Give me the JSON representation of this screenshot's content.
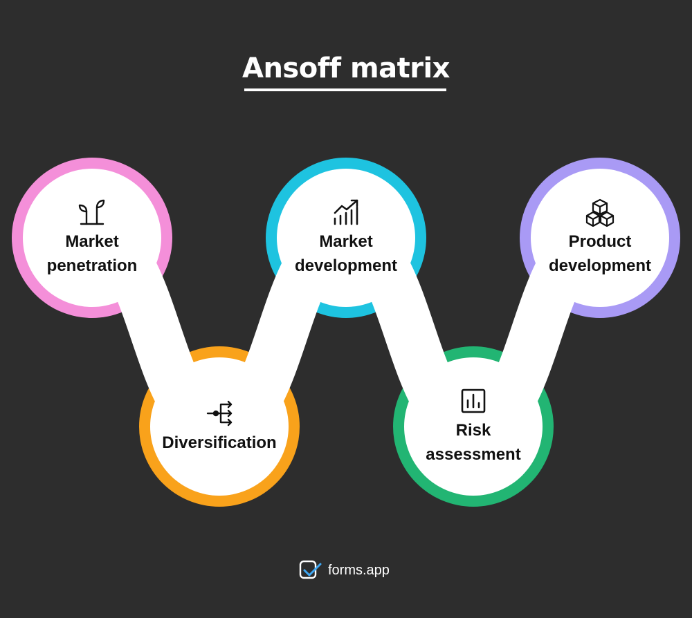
{
  "title": "Ansoff matrix",
  "nodes": [
    {
      "label": "Market\npenetration",
      "icon": "sprout-icon",
      "ring_color": "#f48fd9"
    },
    {
      "label": "Diversification",
      "icon": "branching-arrows-icon",
      "ring_color": "#f9a21b"
    },
    {
      "label": "Market\ndevelopment",
      "icon": "rising-bar-chart-icon",
      "ring_color": "#1ec3e0"
    },
    {
      "label": "Risk\nassessment",
      "icon": "bar-chart-box-icon",
      "ring_color": "#22b573"
    },
    {
      "label": "Product\ndevelopment",
      "icon": "stacked-boxes-icon",
      "ring_color": "#a99af5"
    }
  ],
  "connector_color": "#ffffff",
  "logo": {
    "text": "forms.app",
    "icon": "forms-app-logo-icon"
  }
}
